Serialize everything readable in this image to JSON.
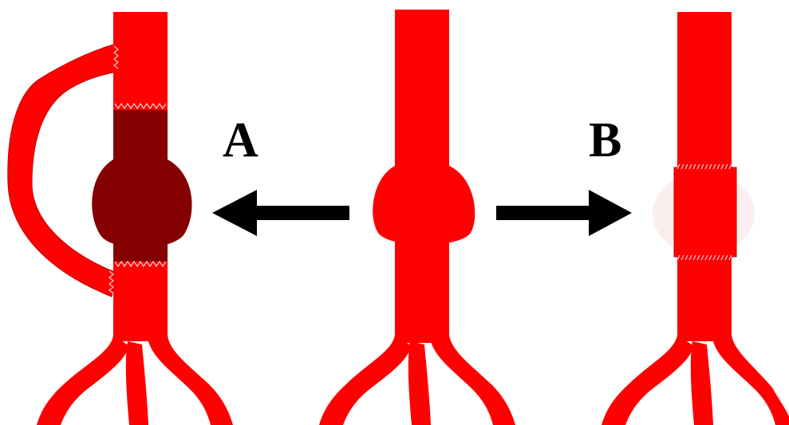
{
  "labels": {
    "a": "A",
    "b": "B"
  },
  "colors": {
    "artery": "#ff0000",
    "artery_outline": "#c40000",
    "excluded_sac": "#850000",
    "arrow": "#000000",
    "suture": "#f3d0d0"
  },
  "panels": [
    {
      "name": "option-a-bypass-with-excluded-aneurysm"
    },
    {
      "name": "original-aortic-aneurysm"
    },
    {
      "name": "option-b-graft-replacement"
    }
  ]
}
